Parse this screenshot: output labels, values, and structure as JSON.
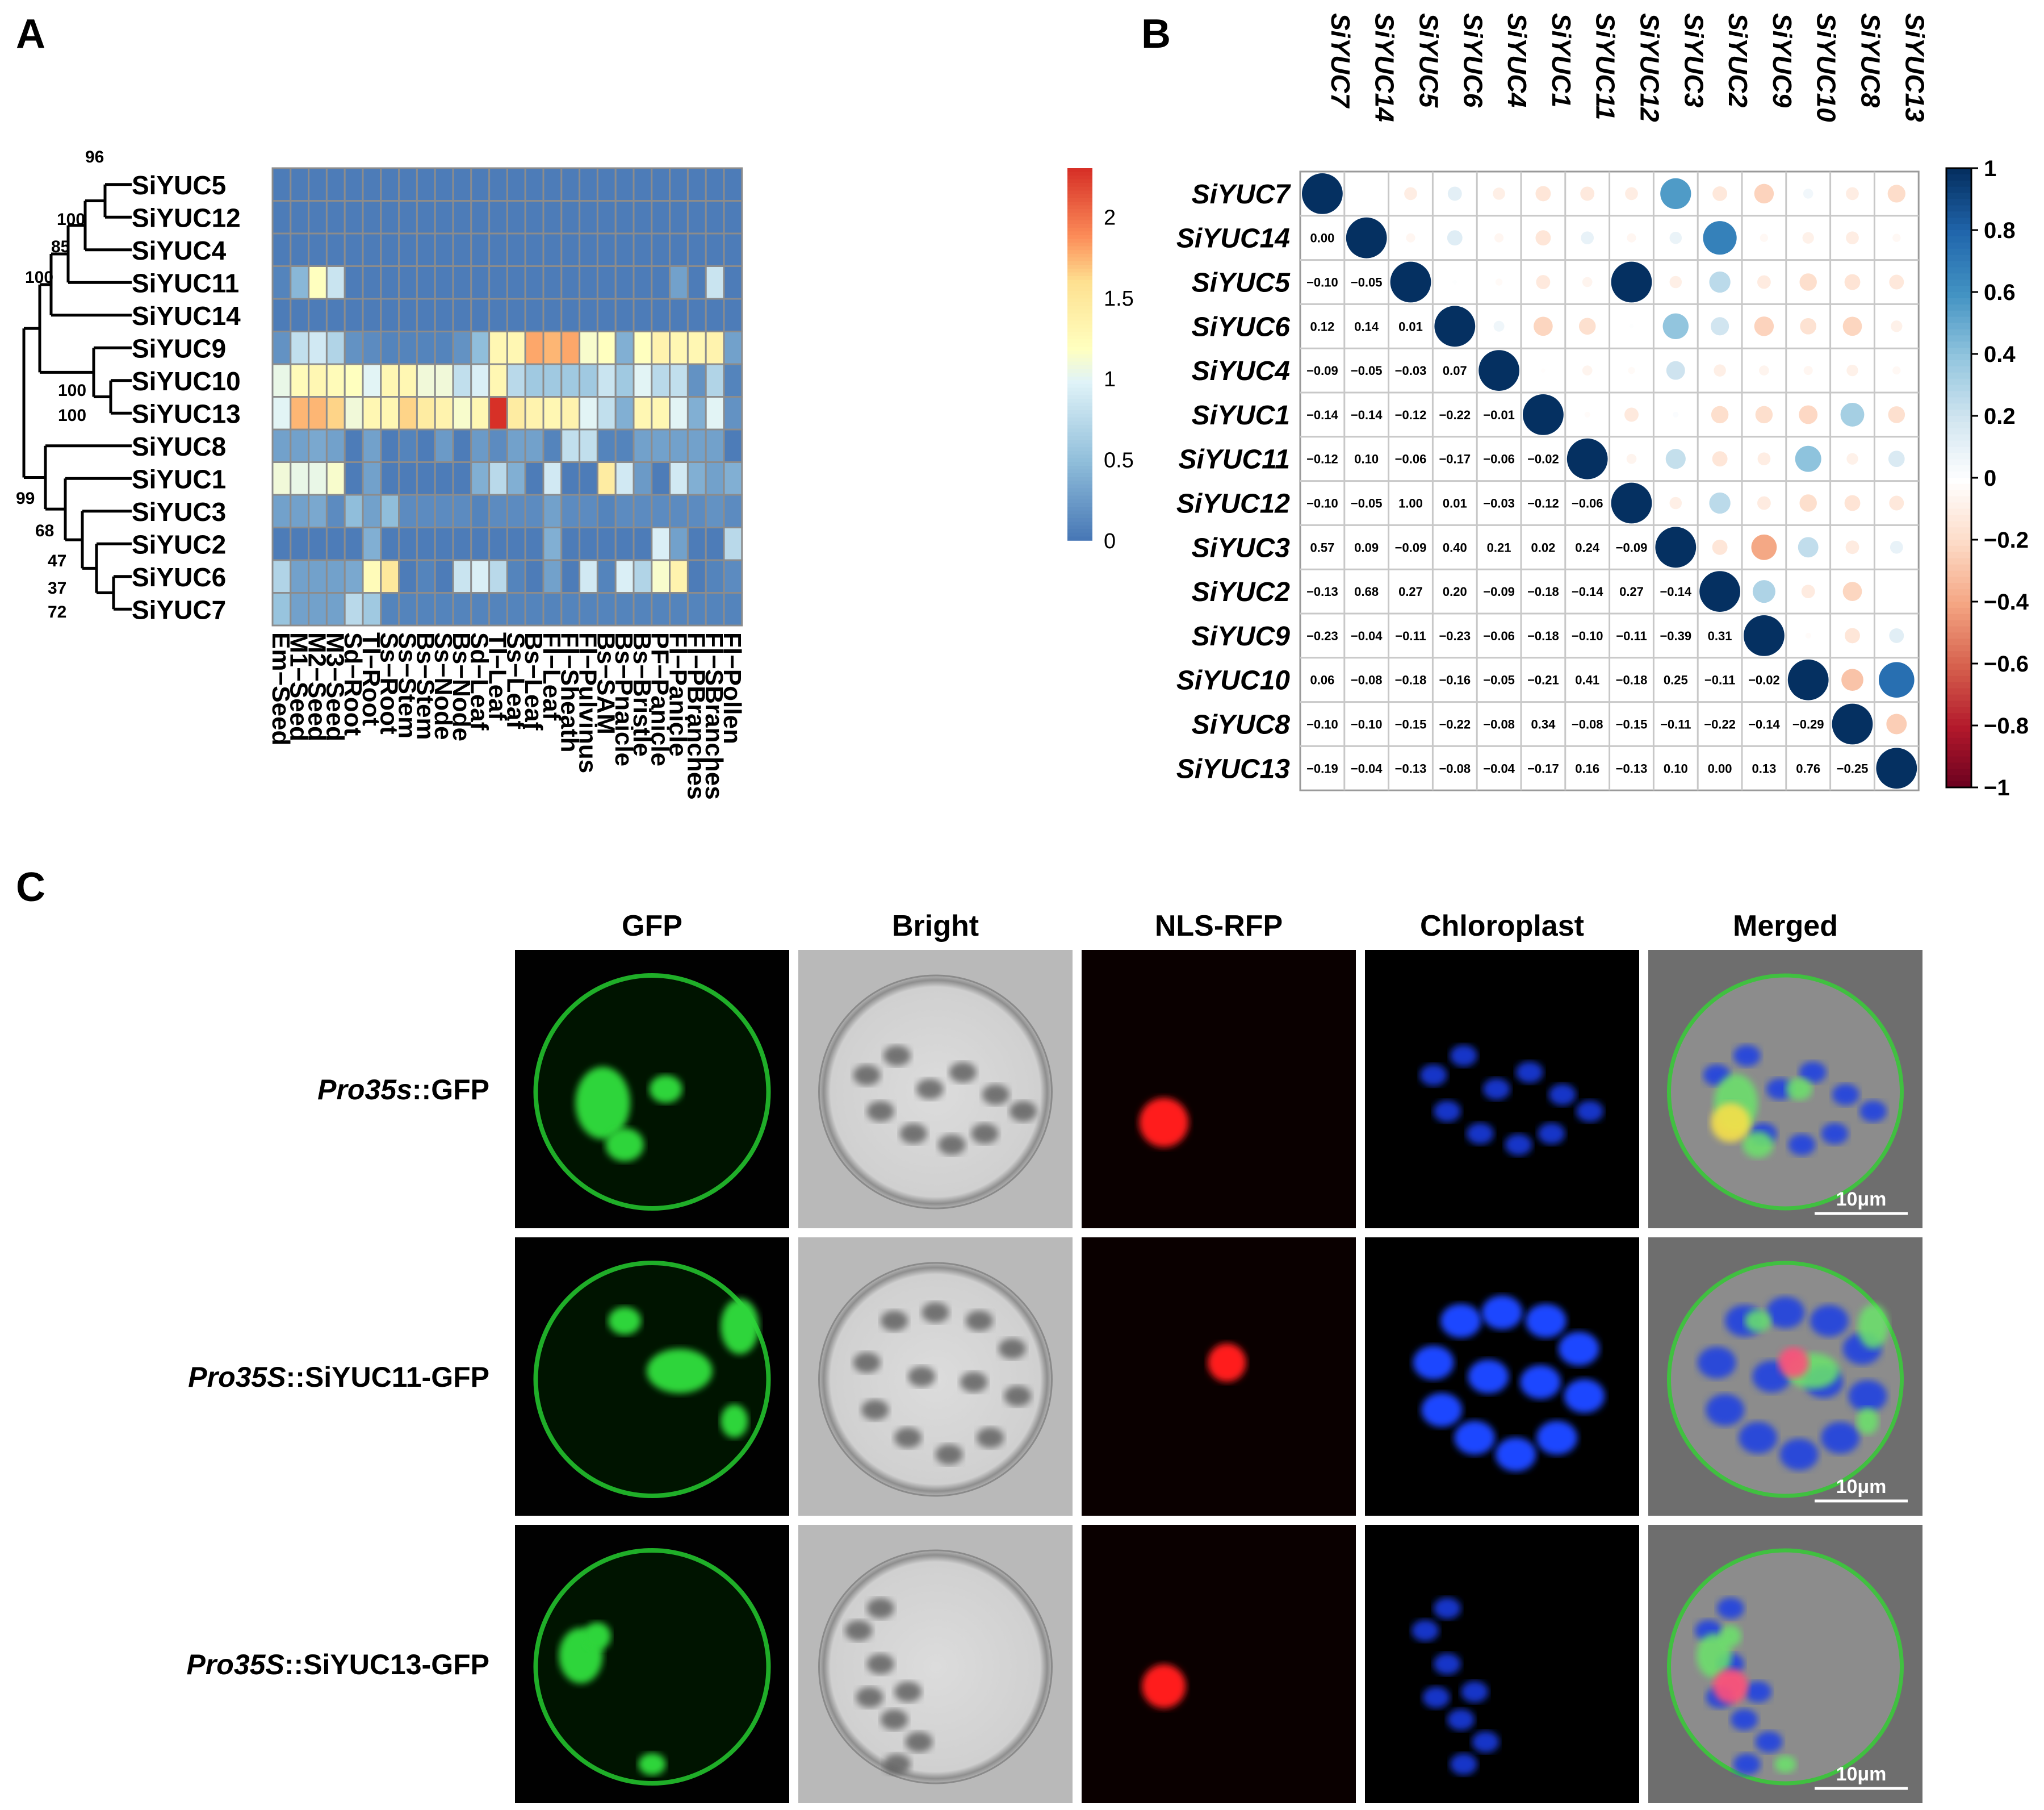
{
  "panel_labels": {
    "a": "A",
    "b": "B",
    "c": "C"
  },
  "chart_data": [
    {
      "type": "heatmap",
      "panel": "A",
      "title": "",
      "rows": [
        "SiYUC5",
        "SiYUC12",
        "SiYUC4",
        "SiYUC11",
        "SiYUC14",
        "SiYUC9",
        "SiYUC10",
        "SiYUC13",
        "SiYUC8",
        "SiYUC1",
        "SiYUC3",
        "SiYUC2",
        "SiYUC6",
        "SiYUC7"
      ],
      "columns": [
        "Em−Seed",
        "M1−Seed",
        "M2−Seed",
        "M3−Seed",
        "Sd−Root",
        "Tl−Root",
        "Ss−Root",
        "Ss−Stem",
        "Bs−Stem",
        "Ss−Node",
        "Bs−Node",
        "Sd−Leaf",
        "Tl−Leaf",
        "Ss−Leaf",
        "Bs−Leaf",
        "Fl−Leaf",
        "Fl−Sheath",
        "Fl−Pulvinus",
        "Bs−SAM",
        "Bs−Pnaicle",
        "Bs−Bristle",
        "PF−Panicle",
        "Fl−Panicle",
        "Fl−PBranches",
        "Fl−SBranches",
        "Fl−Pollen"
      ],
      "values": [
        [
          0.05,
          0.05,
          0.05,
          0.05,
          0.05,
          0.05,
          0.05,
          0.05,
          0.05,
          0.05,
          0.05,
          0.05,
          0.05,
          0.05,
          0.05,
          0.05,
          0.05,
          0.05,
          0.05,
          0.05,
          0.05,
          0.05,
          0.05,
          0.05,
          0.05,
          0.05
        ],
        [
          0.05,
          0.05,
          0.05,
          0.05,
          0.05,
          0.05,
          0.05,
          0.05,
          0.05,
          0.05,
          0.05,
          0.05,
          0.05,
          0.05,
          0.05,
          0.05,
          0.05,
          0.05,
          0.05,
          0.05,
          0.05,
          0.05,
          0.05,
          0.05,
          0.05,
          0.05
        ],
        [
          0.05,
          0.05,
          0.05,
          0.05,
          0.05,
          0.05,
          0.05,
          0.05,
          0.05,
          0.05,
          0.05,
          0.05,
          0.05,
          0.05,
          0.05,
          0.05,
          0.05,
          0.05,
          0.05,
          0.05,
          0.05,
          0.05,
          0.05,
          0.05,
          0.05,
          0.05
        ],
        [
          0.1,
          0.45,
          1.2,
          0.85,
          0.05,
          0.05,
          0.05,
          0.05,
          0.05,
          0.05,
          0.05,
          0.05,
          0.05,
          0.05,
          0.05,
          0.05,
          0.05,
          0.05,
          0.05,
          0.05,
          0.05,
          0.05,
          0.3,
          0.05,
          0.85,
          0.05
        ],
        [
          0.05,
          0.05,
          0.05,
          0.05,
          0.05,
          0.05,
          0.05,
          0.05,
          0.05,
          0.05,
          0.05,
          0.05,
          0.05,
          0.05,
          0.05,
          0.05,
          0.05,
          0.05,
          0.05,
          0.05,
          0.05,
          0.05,
          0.05,
          0.05,
          0.05,
          0.05
        ],
        [
          0.2,
          0.8,
          0.9,
          0.7,
          0.2,
          0.15,
          0.1,
          0.1,
          0.1,
          0.1,
          0.2,
          0.5,
          1.3,
          1.3,
          1.8,
          1.75,
          1.8,
          1.15,
          1.2,
          0.4,
          1.2,
          1.35,
          1.3,
          1.3,
          1.35,
          0.3
        ],
        [
          1.05,
          1.25,
          1.3,
          1.25,
          1.2,
          1.0,
          1.3,
          1.3,
          1.1,
          1.1,
          0.8,
          0.95,
          1.3,
          0.75,
          0.6,
          0.6,
          0.6,
          0.6,
          0.85,
          0.6,
          1.0,
          0.75,
          0.8,
          0.2,
          0.7,
          0.1
        ],
        [
          1.0,
          1.75,
          1.75,
          1.65,
          1.1,
          1.3,
          1.3,
          1.65,
          1.45,
          1.35,
          1.15,
          1.3,
          2.3,
          1.45,
          1.35,
          1.3,
          1.35,
          1.0,
          0.8,
          0.4,
          1.3,
          1.3,
          1.0,
          0.4,
          1.0,
          0.2
        ],
        [
          0.3,
          0.3,
          0.35,
          0.3,
          0.05,
          0.3,
          0.05,
          0.1,
          0.05,
          0.25,
          0.05,
          0.25,
          0.15,
          0.3,
          0.3,
          0.1,
          0.8,
          0.8,
          0.1,
          0.1,
          0.3,
          0.3,
          0.3,
          0.3,
          0.3,
          0.05
        ],
        [
          1.1,
          1.05,
          1.05,
          1.15,
          0.05,
          0.3,
          0.05,
          0.05,
          0.05,
          0.05,
          0.05,
          0.4,
          0.75,
          0.4,
          0.05,
          0.9,
          0.05,
          0.05,
          1.45,
          0.9,
          0.25,
          0.05,
          0.9,
          0.4,
          0.3,
          0.4
        ],
        [
          0.3,
          0.3,
          0.35,
          0.15,
          0.5,
          0.3,
          0.5,
          0.15,
          0.15,
          0.15,
          0.15,
          0.1,
          0.15,
          0.15,
          0.15,
          0.3,
          0.15,
          0.15,
          0.1,
          0.15,
          0.15,
          0.15,
          0.15,
          0.15,
          0.2,
          0.15
        ],
        [
          0.05,
          0.05,
          0.05,
          0.05,
          0.05,
          0.4,
          0.05,
          0.05,
          0.05,
          0.05,
          0.05,
          0.05,
          0.05,
          0.05,
          0.05,
          0.4,
          0.05,
          0.05,
          0.05,
          0.05,
          0.05,
          0.95,
          0.3,
          0.05,
          0.05,
          0.75
        ],
        [
          0.7,
          0.3,
          0.3,
          0.3,
          0.35,
          1.25,
          1.5,
          0.05,
          0.1,
          0.05,
          0.85,
          0.95,
          0.75,
          0.1,
          0.05,
          0.3,
          0.05,
          0.9,
          0.1,
          0.95,
          0.7,
          1.15,
          1.35,
          0.05,
          0.1,
          0.15
        ],
        [
          0.55,
          0.3,
          0.3,
          0.3,
          0.75,
          0.6,
          0.1,
          0.1,
          0.1,
          0.1,
          0.1,
          0.1,
          0.1,
          0.1,
          0.1,
          0.1,
          0.1,
          0.1,
          0.1,
          0.1,
          0.1,
          0.1,
          0.1,
          0.1,
          0.1,
          0.1
        ]
      ],
      "colorbar": {
        "min": 0,
        "max": 2.3,
        "ticks": [
          "0",
          "0.5",
          "1",
          "1.5",
          "2"
        ],
        "tick_values": [
          0,
          0.5,
          1,
          1.5,
          2
        ]
      },
      "dendrogram_bootstrap": [
        "96",
        "100",
        "85",
        "100",
        "100",
        "100",
        "99",
        "68",
        "47",
        "37",
        "72"
      ],
      "colors": {
        "low": "#4575b4",
        "mid": "#ffffbf",
        "high": "#d73027"
      }
    },
    {
      "type": "heatmap",
      "panel": "B",
      "subtype": "correlation-matrix",
      "genes": [
        "SiYUC7",
        "SiYUC14",
        "SiYUC5",
        "SiYUC6",
        "SiYUC4",
        "SiYUC1",
        "SiYUC11",
        "SiYUC12",
        "SiYUC3",
        "SiYUC2",
        "SiYUC9",
        "SiYUC10",
        "SiYUC8",
        "SiYUC13"
      ],
      "lower_text": [
        [],
        [
          "0.00"
        ],
        [
          "−0.10",
          "−0.05"
        ],
        [
          "0.12",
          "0.14",
          "0.01"
        ],
        [
          "−0.09",
          "−0.05",
          "−0.03",
          "0.07"
        ],
        [
          "−0.14",
          "−0.14",
          "−0.12",
          "−0.22",
          "−0.01"
        ],
        [
          "−0.12",
          "0.10",
          "−0.06",
          "−0.17",
          "−0.06",
          "−0.02"
        ],
        [
          "−0.10",
          "−0.05",
          "1.00",
          "0.01",
          "−0.03",
          "−0.12",
          "−0.06"
        ],
        [
          "0.57",
          "0.09",
          "−0.09",
          "0.40",
          "0.21",
          "0.02",
          "0.24",
          "−0.09"
        ],
        [
          "−0.13",
          "0.68",
          "0.27",
          "0.20",
          "−0.09",
          "−0.18",
          "−0.14",
          "0.27",
          "−0.14"
        ],
        [
          "−0.23",
          "−0.04",
          "−0.11",
          "−0.23",
          "−0.06",
          "−0.18",
          "−0.10",
          "−0.11",
          "−0.39",
          "0.31"
        ],
        [
          "0.06",
          "−0.08",
          "−0.18",
          "−0.16",
          "−0.05",
          "−0.21",
          "0.41",
          "−0.18",
          "0.25",
          "−0.11",
          "−0.02"
        ],
        [
          "−0.10",
          "−0.10",
          "−0.15",
          "−0.22",
          "−0.08",
          "0.34",
          "−0.08",
          "−0.15",
          "−0.11",
          "−0.22",
          "−0.14",
          "−0.29"
        ],
        [
          "−0.19",
          "−0.04",
          "−0.13",
          "−0.08",
          "−0.04",
          "−0.17",
          "0.16",
          "−0.13",
          "0.10",
          "0.00",
          "0.13",
          "0.76",
          "−0.25"
        ]
      ],
      "colorbar": {
        "min": -1,
        "max": 1,
        "ticks": [
          "1",
          "0.8",
          "0.6",
          "0.4",
          "0.2",
          "0",
          "−0.2",
          "−0.4",
          "−0.6",
          "−0.8",
          "−1"
        ],
        "tick_values": [
          1,
          0.8,
          0.6,
          0.4,
          0.2,
          0,
          -0.2,
          -0.4,
          -0.6,
          -0.8,
          -1
        ]
      },
      "colors": {
        "positive": "#053061",
        "neutral": "#ffffff",
        "negative": "#67001f"
      }
    }
  ],
  "panel_c": {
    "column_headers": [
      "GFP",
      "Bright",
      "NLS-RFP",
      "Chloroplast",
      "Merged"
    ],
    "rows": [
      {
        "ital": "Pro35s",
        "rest": "::GFP"
      },
      {
        "ital": "Pro35S",
        "rest": "::SiYUC11-GFP"
      },
      {
        "ital": "Pro35S",
        "rest": "::SiYUC13-GFP"
      }
    ],
    "scale_bar": "10μm"
  }
}
